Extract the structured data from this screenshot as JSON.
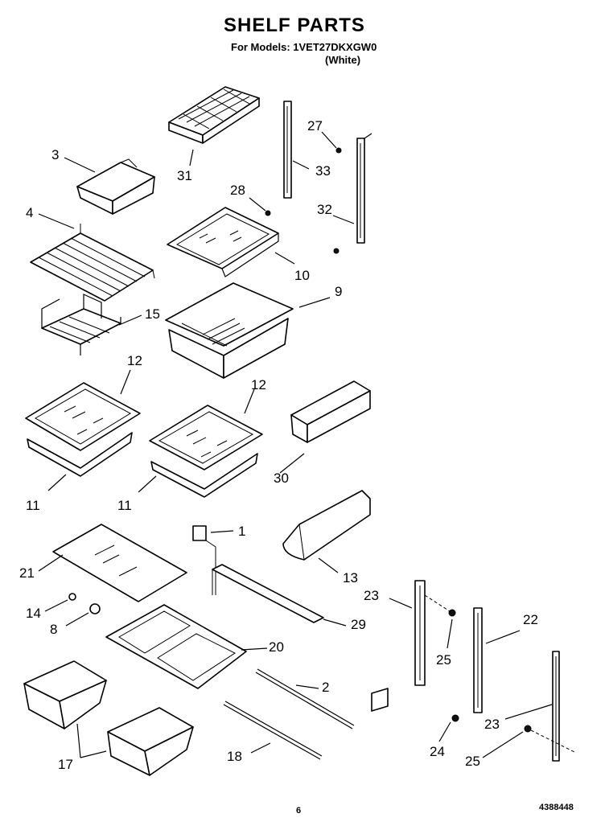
{
  "header": {
    "title": "SHELF PARTS",
    "models_line": "For Models: 1VET27DKXGW0",
    "color_line": "(White)"
  },
  "callouts": {
    "c1": "1",
    "c2": "2",
    "c3": "3",
    "c4": "4",
    "c8": "8",
    "c9": "9",
    "c10": "10",
    "c11a": "11",
    "c11b": "11",
    "c12a": "12",
    "c12b": "12",
    "c13": "13",
    "c14": "14",
    "c15": "15",
    "c17": "17",
    "c18": "18",
    "c20": "20",
    "c21": "21",
    "c22": "22",
    "c23a": "23",
    "c23b": "23",
    "c24": "24",
    "c25a": "25",
    "c25b": "25",
    "c27": "27",
    "c28": "28",
    "c29": "29",
    "c30": "30",
    "c31": "31",
    "c32": "32",
    "c33": "33"
  },
  "footer": {
    "page_number": "6",
    "doc_number": "4388448"
  }
}
